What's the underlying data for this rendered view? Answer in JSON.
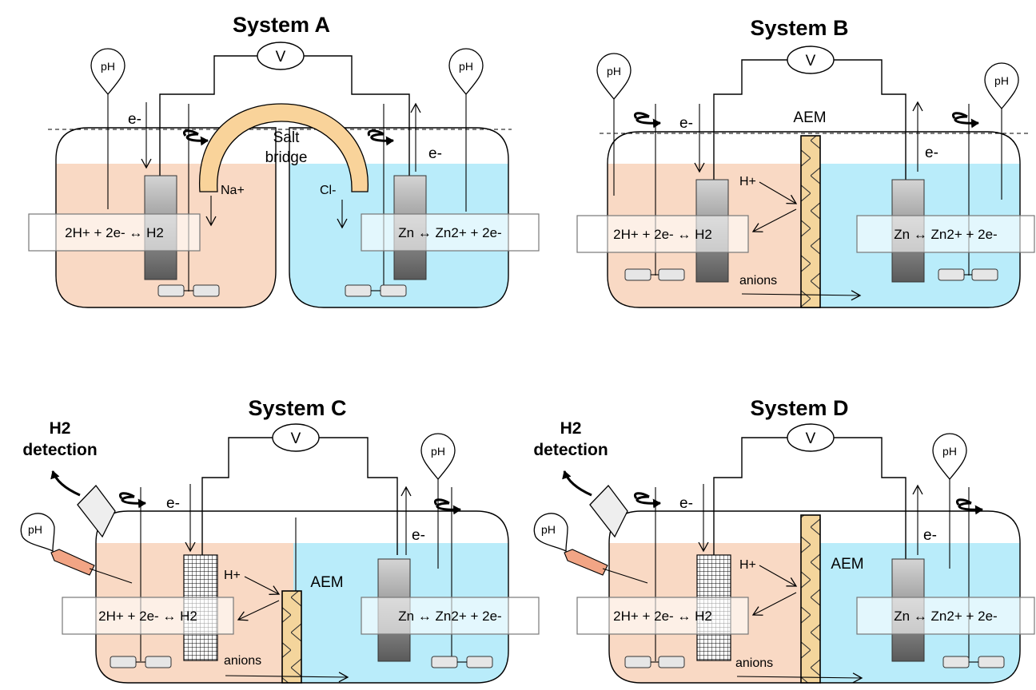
{
  "system_a": {
    "title": "System A",
    "voltmeter": "V",
    "ph_probe_left": "pH",
    "ph_probe_right": "pH",
    "salt_bridge_line1": "Salt",
    "salt_bridge_line2": "bridge",
    "electron_left": "e-",
    "electron_right": "e-",
    "cation": "Na+",
    "anion": "Cl-",
    "reaction_left": "2H+ + 2e- ↔ H2",
    "reaction_right": "Zn ↔ Zn2+ + 2e-"
  },
  "system_b": {
    "title": "System B",
    "voltmeter": "V",
    "ph_probe_left": "pH",
    "ph_probe_right": "pH",
    "membrane": "AEM",
    "electron_left": "e-",
    "electron_right": "e-",
    "proton": "H+",
    "anions": "anions",
    "reaction_left": "2H+ + 2e- ↔ H2",
    "reaction_right": "Zn ↔ Zn2+ + 2e-"
  },
  "system_c": {
    "title": "System C",
    "voltmeter": "V",
    "h2_detection_line1": "H2",
    "h2_detection_line2": "detection",
    "ph_probe_left": "pH",
    "ph_probe_right": "pH",
    "membrane": "AEM",
    "electron_left": "e-",
    "electron_right": "e-",
    "proton": "H+",
    "anions": "anions",
    "reaction_left": "2H+ + 2e- ↔ H2",
    "reaction_right": "Zn ↔ Zn2+ + 2e-"
  },
  "system_d": {
    "title": "System D",
    "voltmeter": "V",
    "h2_detection_line1": "H2",
    "h2_detection_line2": "detection",
    "ph_probe_left": "pH",
    "ph_probe_right": "pH",
    "membrane": "AEM",
    "electron_left": "e-",
    "electron_right": "e-",
    "proton": "H+",
    "anions": "anions",
    "reaction_left": "2H+ + 2e- ↔ H2",
    "reaction_right": "Zn ↔ Zn2+ + 2e-"
  },
  "colors": {
    "cathode_solution": "#f9d9c4",
    "anode_solution": "#b9ecfa",
    "membrane": "#f4d59c",
    "salt_bridge": "#f9d39a",
    "electrode": "#888888",
    "ph_sleeve": "#f2a585"
  },
  "icons": [
    "voltmeter-icon",
    "ph-probe-icon",
    "stirrer-icon",
    "rotation-arrow-icon",
    "gas-sensor-icon",
    "mesh-electrode-icon",
    "membrane-icon"
  ]
}
